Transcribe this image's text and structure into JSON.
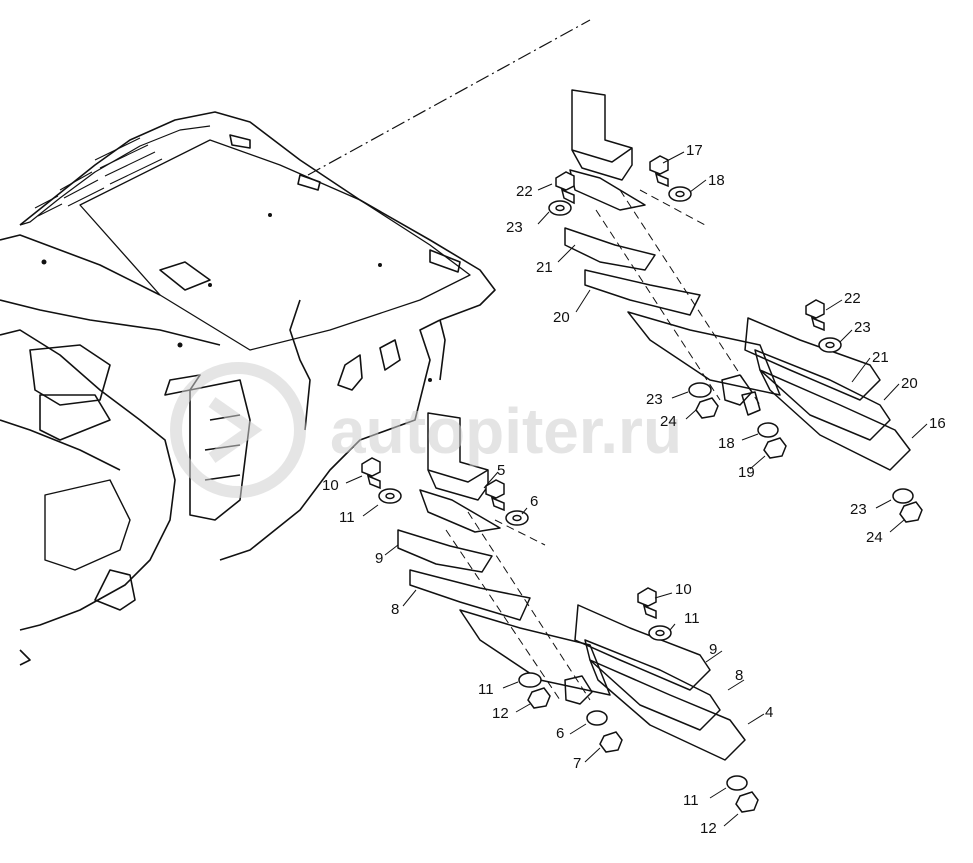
{
  "watermark": {
    "text": "autopiter.ru"
  },
  "callouts": {
    "upper_assembly": {
      "c17": "17",
      "c18a": "18",
      "c22a": "22",
      "c23a": "23",
      "c21a": "21",
      "c20a": "20",
      "c22b": "22",
      "c23b": "23",
      "c21b": "21",
      "c20b": "20",
      "c23c": "23",
      "c24a": "24",
      "c18b": "18",
      "c19": "19",
      "c16": "16",
      "c23d": "23",
      "c24b": "24"
    },
    "lower_assembly": {
      "c10a": "10",
      "c11a": "11",
      "c5": "5",
      "c6a": "6",
      "c9a": "9",
      "c8a": "8",
      "c10b": "10",
      "c11b": "11",
      "c9b": "9",
      "c8b": "8",
      "c4": "4",
      "c11c": "11",
      "c12a": "12",
      "c6b": "6",
      "c7": "7",
      "c11d": "11",
      "c12b": "12"
    }
  }
}
